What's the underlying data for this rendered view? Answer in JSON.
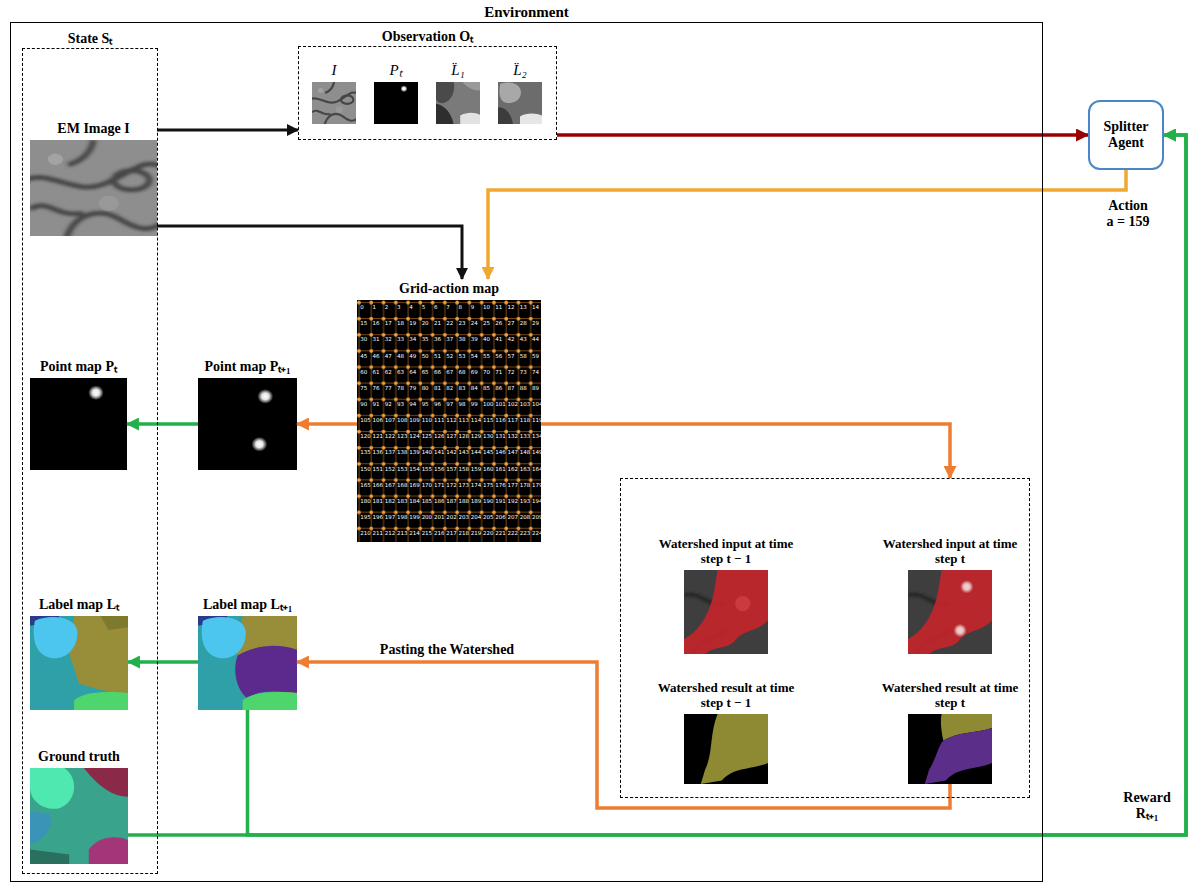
{
  "diagram": {
    "nodes": [
      {
        "text": [
          "Environment"
        ]
      },
      {
        "text": [
          "State Sₜ"
        ],
        "in": 0
      },
      {
        "text": [
          "EM Image I"
        ],
        "in": 1
      },
      {
        "text": [
          "Point map Pₜ"
        ],
        "in": 1
      },
      {
        "text": [
          "Label map Lₜ"
        ],
        "in": 1
      },
      {
        "text": [
          "Ground truth"
        ],
        "in": 1
      },
      {
        "text": [
          "Observation Oₜ"
        ],
        "in": 0
      },
      {
        "text": [
          "I"
        ],
        "in": 6
      },
      {
        "text": [
          "Pₜ"
        ],
        "in": 6
      },
      {
        "text": [
          "L̈₁"
        ],
        "in": 6
      },
      {
        "text": [
          "L̈₂"
        ],
        "in": 6
      },
      {
        "text": [
          "Grid-action map"
        ],
        "in": 0
      },
      {
        "text": [
          "Point map Pₜ₊₁"
        ],
        "in": 0
      },
      {
        "text": [
          "Label map Lₜ₊₁"
        ],
        "in": 0
      },
      {
        "text": [],
        "in": 0
      },
      {
        "text": [
          "Watershed input at time step t − 1"
        ],
        "in": 14
      },
      {
        "text": [
          "Watershed input at time step t"
        ],
        "in": 14
      },
      {
        "text": [
          "Watershed result at time step t − 1"
        ],
        "in": 14
      },
      {
        "text": [
          "Watershed result at time step t"
        ],
        "in": 14
      },
      {
        "text": [
          "Splitter Agent"
        ]
      }
    ],
    "edges": [
      {
        "from": 2,
        "to": 6,
        "arrow": "to"
      },
      {
        "from": 2,
        "to": 11,
        "arrow": "to"
      },
      {
        "from": 6,
        "to": 19,
        "arrow": "to"
      },
      {
        "from": 19,
        "to": 11,
        "arrow": "to",
        "label": "Action a = 159"
      },
      {
        "from": 11,
        "to": 12,
        "arrow": "to"
      },
      {
        "from": 11,
        "to": 14,
        "arrow": "to"
      },
      {
        "from": 18,
        "to": 13,
        "arrow": "to",
        "label": "Pasting the Watershed"
      },
      {
        "from": 12,
        "to": 3,
        "arrow": "to"
      },
      {
        "from": 13,
        "to": 4,
        "arrow": "to"
      },
      {
        "from": 5,
        "to": 19,
        "arrow": "to"
      },
      {
        "from": 13,
        "to": 19,
        "arrow": "to"
      }
    ],
    "labels": [
      "0",
      "1",
      "2",
      "3",
      "4",
      "5",
      "6",
      "7",
      "8",
      "9",
      "10",
      "11",
      "12",
      "13",
      "14",
      "15",
      "16",
      "17",
      "18",
      "19",
      "20",
      "21",
      "22",
      "23",
      "24",
      "25",
      "26",
      "27",
      "28",
      "29",
      "30",
      "31",
      "32",
      "33",
      "34",
      "35",
      "36",
      "37",
      "38",
      "39",
      "40",
      "41",
      "42",
      "43",
      "44",
      "45",
      "46",
      "47",
      "48",
      "49",
      "50",
      "51",
      "52",
      "53",
      "54",
      "55",
      "56",
      "57",
      "58",
      "59",
      "60",
      "61",
      "62",
      "63",
      "64",
      "65",
      "66",
      "67",
      "68",
      "69",
      "70",
      "71",
      "72",
      "73",
      "74",
      "75",
      "76",
      "77",
      "78",
      "79",
      "80",
      "81",
      "82",
      "83",
      "84",
      "85",
      "86",
      "87",
      "88",
      "89",
      "90",
      "91",
      "92",
      "93",
      "94",
      "95",
      "96",
      "97",
      "98",
      "99",
      "100",
      "101",
      "102",
      "103",
      "104",
      "105",
      "106",
      "107",
      "108",
      "109",
      "110",
      "111",
      "112",
      "113",
      "114",
      "115",
      "116",
      "117",
      "118",
      "119",
      "120",
      "121",
      "122",
      "123",
      "124",
      "125",
      "126",
      "127",
      "128",
      "129",
      "130",
      "131",
      "132",
      "133",
      "134",
      "135",
      "136",
      "137",
      "138",
      "139",
      "140",
      "141",
      "142",
      "143",
      "144",
      "145",
      "146",
      "147",
      "148",
      "149",
      "150",
      "151",
      "152",
      "153",
      "154",
      "155",
      "156",
      "157",
      "158",
      "159",
      "160",
      "161",
      "162",
      "163",
      "164",
      "165",
      "166",
      "167",
      "168",
      "169",
      "170",
      "171",
      "172",
      "173",
      "174",
      "175",
      "176",
      "177",
      "178",
      "179",
      "180",
      "181",
      "182",
      "183",
      "184",
      "185",
      "186",
      "187",
      "188",
      "189",
      "190",
      "191",
      "192",
      "193",
      "194",
      "195",
      "196",
      "197",
      "198",
      "199",
      "200",
      "201",
      "202",
      "203",
      "204",
      "205",
      "206",
      "207",
      "208",
      "209",
      "210",
      "211",
      "212",
      "213",
      "214",
      "215",
      "216",
      "217",
      "218",
      "219",
      "220",
      "221",
      "222",
      "223",
      "224",
      "Reward Rₜ₊₁"
    ]
  }
}
